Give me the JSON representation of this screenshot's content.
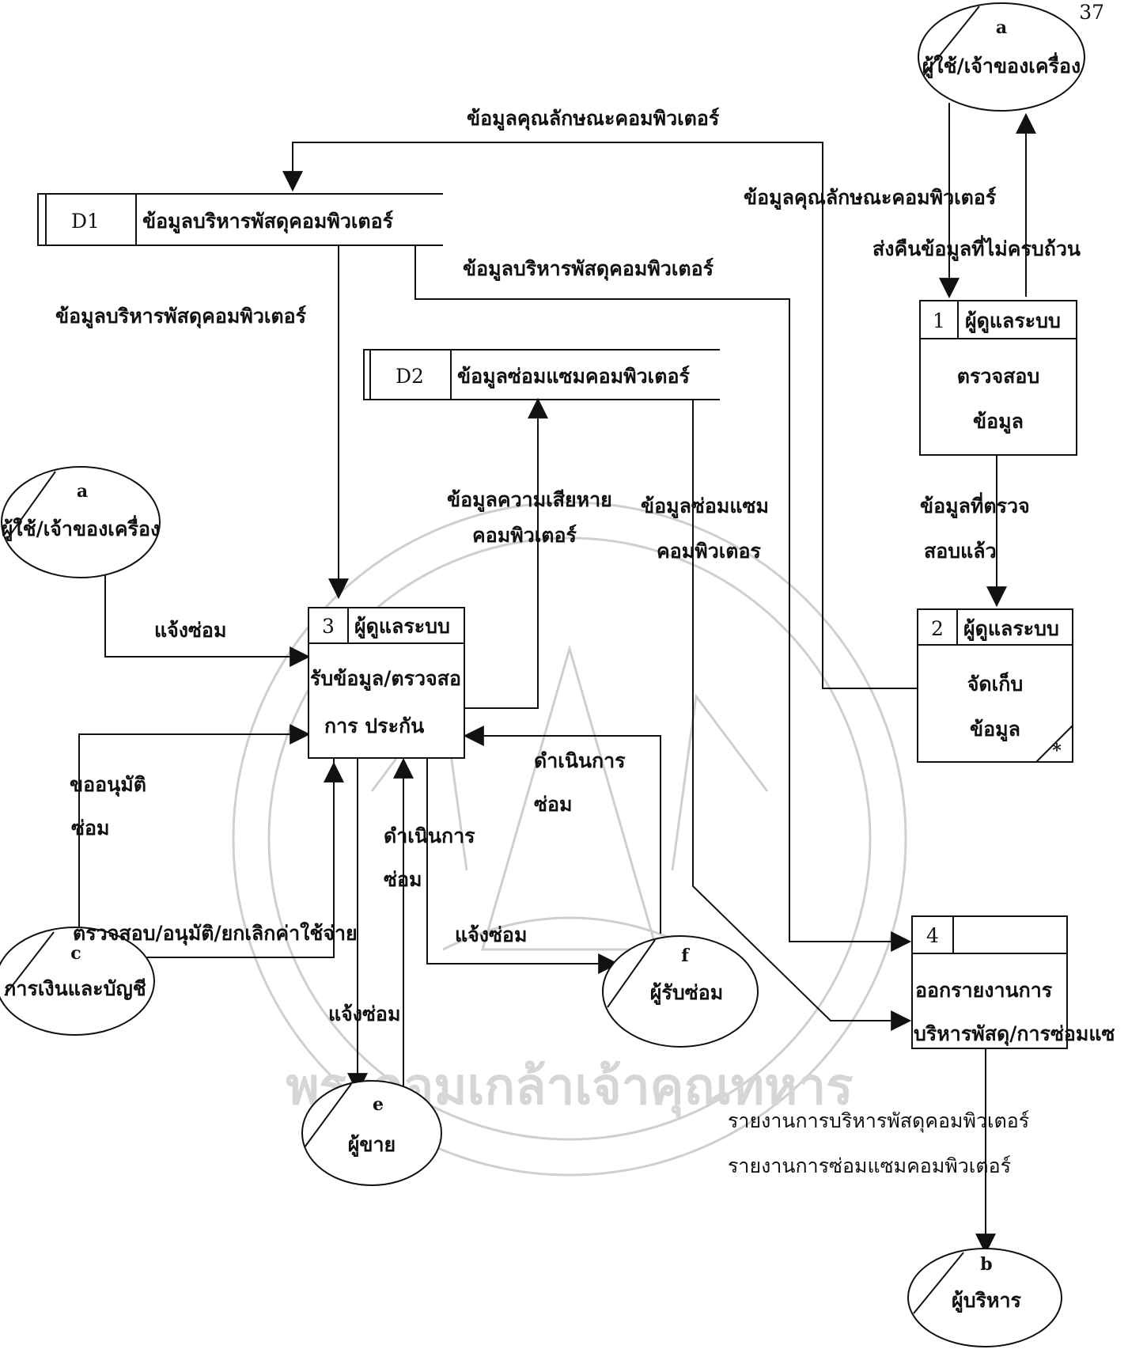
{
  "page_number": "37",
  "processes": {
    "p1": {
      "number": "1",
      "owner": "ผู้ดูแลระบบ",
      "line1": "ตรวจสอบ",
      "line2": "ข้อมูล"
    },
    "p2": {
      "number": "2",
      "owner": "ผู้ดูแลระบบ",
      "line1": "จัดเก็บ",
      "line2": "ข้อมูล",
      "marker": "*"
    },
    "p3": {
      "number": "3",
      "owner": "ผู้ดูแลระบบ",
      "line1": "รับข้อมูล/ตรวจสอ",
      "line2": "การ ประกัน"
    },
    "p4": {
      "number": "4",
      "owner": "",
      "line1": "ออกรายงานการ",
      "line2": "บริหารพัสดุ/การซ่อมแซ"
    }
  },
  "stores": {
    "d1": {
      "id": "D1",
      "name": "ข้อมูลบริหารพัสดุคอมพิวเตอร์"
    },
    "d2": {
      "id": "D2",
      "name": "ข้อมูลซ่อมแซมคอมพิวเตอร์"
    }
  },
  "entities": {
    "a_top": {
      "code": "a",
      "name": "ผู้ใช้/เจ้าของเครื่อง"
    },
    "a_left": {
      "code": "a",
      "name": "ผู้ใช้/เจ้าของเครื่อง"
    },
    "b": {
      "code": "b",
      "name": "ผู้บริหาร"
    },
    "c": {
      "code": "c",
      "name": "การเงินและบัญชี"
    },
    "e": {
      "code": "e",
      "name": "ผู้ขาย"
    },
    "f": {
      "code": "f",
      "name": "ผู้รับซ่อม"
    }
  },
  "flows": {
    "f_spec_top": "ข้อมูลคุณลักษณะคอมพิวเตอร์",
    "f_spec_right": "ข้อมูลคุณลักษณะคอมพิวเตอร์",
    "f_incomplete": "ส่งคืนข้อมูลที่ไม่ครบถ้วน",
    "f_d1_to_p4": "ข้อมูลบริหารพัสดุคอมพิวเตอร์",
    "f_d1_to_p3": "ข้อมูลบริหารพัสดุคอมพิวเตอร์",
    "f_damage_1": "ข้อมูลความเสียหาย",
    "f_damage_2": "คอมพิวเตอร์",
    "f_repair_1": "ข้อมูลซ่อมแซม",
    "f_repair_2": "คอมพิวเตอร",
    "f_checked_1": "ข้อมูลที่ตรวจ",
    "f_checked_2": "สอบแล้ว",
    "f_notify_a": "แจ้งซ่อม",
    "f_approve_1": "ขออนุมัติ",
    "f_approve_2": "ซ่อม",
    "f_cost": "ตรวจสอบ/อนุมัติ/ยกเลิกค่าใช้จ่าย",
    "f_op_e_1": "ดำเนินการ",
    "f_op_e_2": "ซ่อม",
    "f_op_f_1": "ดำเนินการ",
    "f_op_f_2": "ซ่อม",
    "f_notify_f": "แจ้งซ่อม",
    "f_notify_e": "แจ้งซ่อม",
    "f_report_1": "รายงานการบริหารพัสดุคอมพิวเตอร์",
    "f_report_2": "รายงานการซ่อมแซมคอมพิวเตอร์"
  },
  "watermark": {
    "text": "พระจอมเกล้าเจ้าคุณทหาร"
  }
}
